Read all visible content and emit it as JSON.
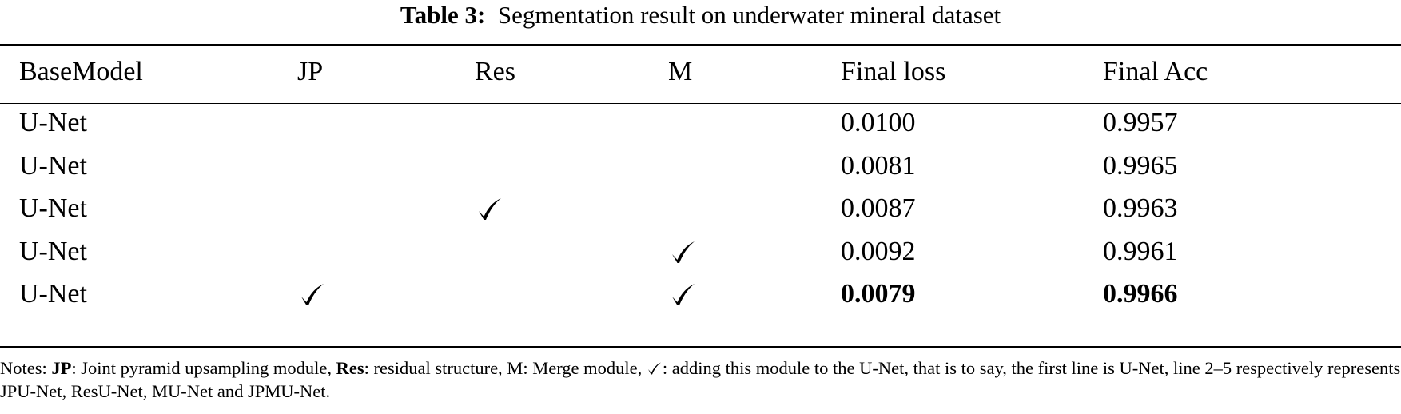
{
  "table": {
    "caption_label": "Table 3:",
    "caption_text": "Segmentation result on underwater mineral dataset",
    "headers": [
      "BaseModel",
      "JP",
      "Res",
      "M",
      "Final loss",
      "Final Acc"
    ],
    "rows": [
      {
        "model": "U-Net",
        "jp": false,
        "res": false,
        "m": false,
        "loss": "0.0100",
        "acc": "0.9957"
      },
      {
        "model": "U-Net",
        "jp": false,
        "res": false,
        "m": false,
        "loss": "0.0081",
        "acc": "0.9965"
      },
      {
        "model": "U-Net",
        "jp": false,
        "res": true,
        "m": false,
        "loss": "0.0087",
        "acc": "0.9963"
      },
      {
        "model": "U-Net",
        "jp": false,
        "res": false,
        "m": true,
        "loss": "0.0092",
        "acc": "0.9961"
      },
      {
        "model": "U-Net",
        "jp": true,
        "res": false,
        "m": true,
        "loss": "0.0079",
        "acc": "0.9966"
      }
    ],
    "best_row_index": 4
  },
  "notes": {
    "prefix": "Notes: ",
    "jp_key": "JP",
    "jp_desc": ": Joint pyramid upsampling module, ",
    "res_key": "Res",
    "res_desc": ": residual structure, ",
    "m_key": "M",
    "m_desc": ": Merge module, ",
    "check_desc": ": adding this module to the U-Net, that is to say, the first line is U-Net, line 2–5 respectively represents JPU-Net, ResU-Net, MU-Net and JPMU-Net."
  },
  "icons": {
    "checkmark": "checkmark-icon"
  }
}
